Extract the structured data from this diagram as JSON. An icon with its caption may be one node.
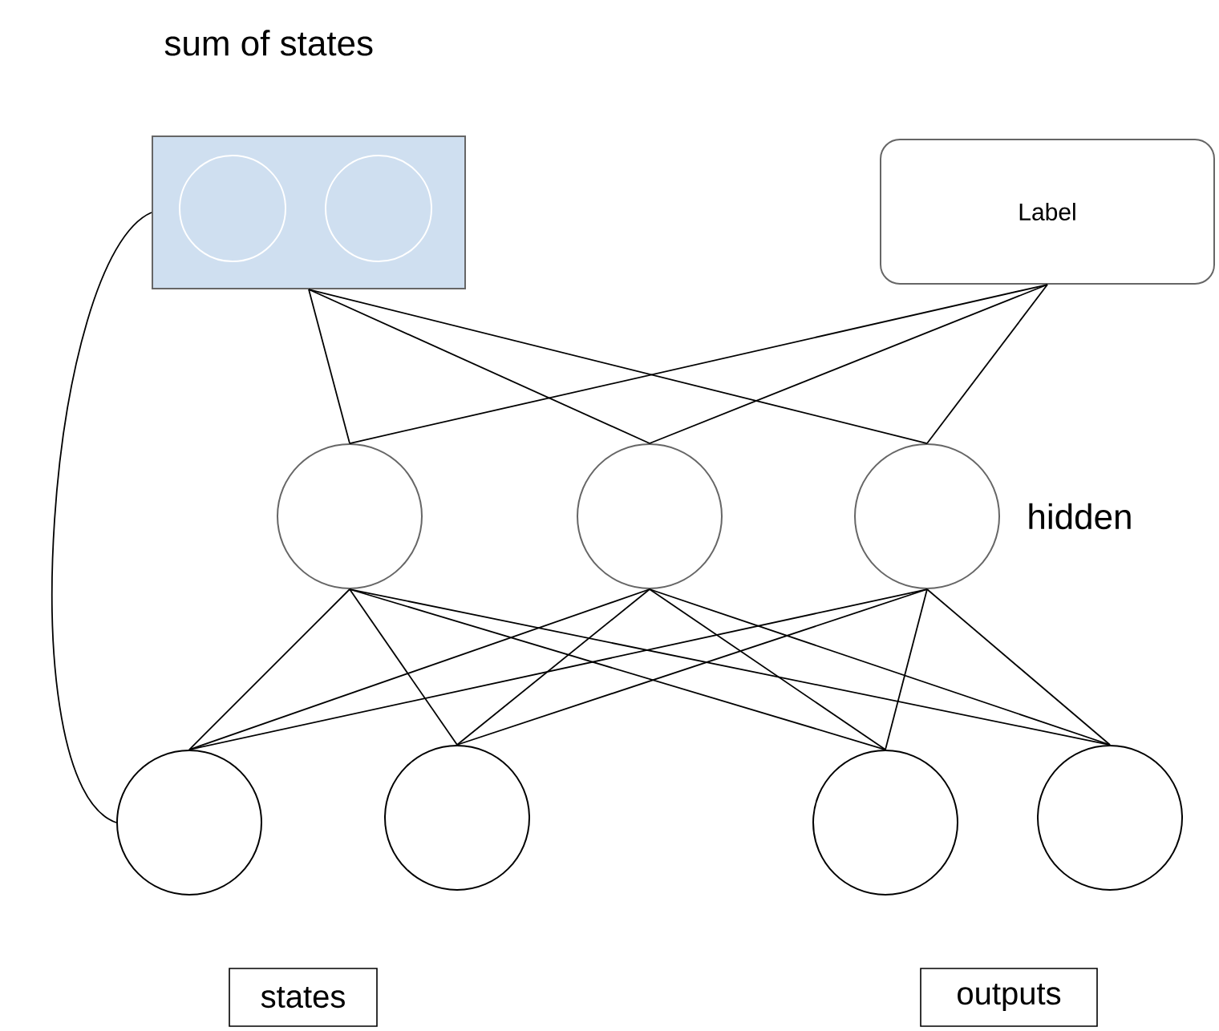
{
  "diagram": {
    "nodes": [
      {
        "text": [],
        "shape": "box",
        "beside": [
          "sum of states"
        ]
      },
      {
        "text": [],
        "shape": "circle",
        "in": 0
      },
      {
        "text": [],
        "shape": "circle",
        "in": 0
      },
      {
        "text": [
          "Label"
        ]
      },
      {
        "text": [],
        "shape": "circle"
      },
      {
        "text": [],
        "shape": "circle"
      },
      {
        "text": [],
        "shape": "circle",
        "beside": [
          "hidden"
        ]
      },
      {
        "text": [],
        "shape": "circle"
      },
      {
        "text": [],
        "shape": "circle"
      },
      {
        "text": [],
        "shape": "circle"
      },
      {
        "text": [],
        "shape": "circle"
      },
      {
        "text": [
          "states"
        ]
      },
      {
        "text": [
          "outputs"
        ]
      }
    ],
    "edges": [
      {
        "from": 0,
        "to": 4,
        "arrow": "none"
      },
      {
        "from": 0,
        "to": 5,
        "arrow": "none"
      },
      {
        "from": 0,
        "to": 6,
        "arrow": "none"
      },
      {
        "from": 3,
        "to": 4,
        "arrow": "none"
      },
      {
        "from": 3,
        "to": 5,
        "arrow": "none"
      },
      {
        "from": 3,
        "to": 6,
        "arrow": "none"
      },
      {
        "from": 4,
        "to": 7,
        "arrow": "none"
      },
      {
        "from": 4,
        "to": 8,
        "arrow": "none"
      },
      {
        "from": 4,
        "to": 9,
        "arrow": "none"
      },
      {
        "from": 4,
        "to": 10,
        "arrow": "none"
      },
      {
        "from": 5,
        "to": 7,
        "arrow": "none"
      },
      {
        "from": 5,
        "to": 8,
        "arrow": "none"
      },
      {
        "from": 5,
        "to": 9,
        "arrow": "none"
      },
      {
        "from": 5,
        "to": 10,
        "arrow": "none"
      },
      {
        "from": 6,
        "to": 7,
        "arrow": "none"
      },
      {
        "from": 6,
        "to": 8,
        "arrow": "none"
      },
      {
        "from": 6,
        "to": 9,
        "arrow": "none"
      },
      {
        "from": 6,
        "to": 10,
        "arrow": "none"
      },
      {
        "from": 0,
        "to": 7,
        "arrow": "none"
      }
    ]
  }
}
